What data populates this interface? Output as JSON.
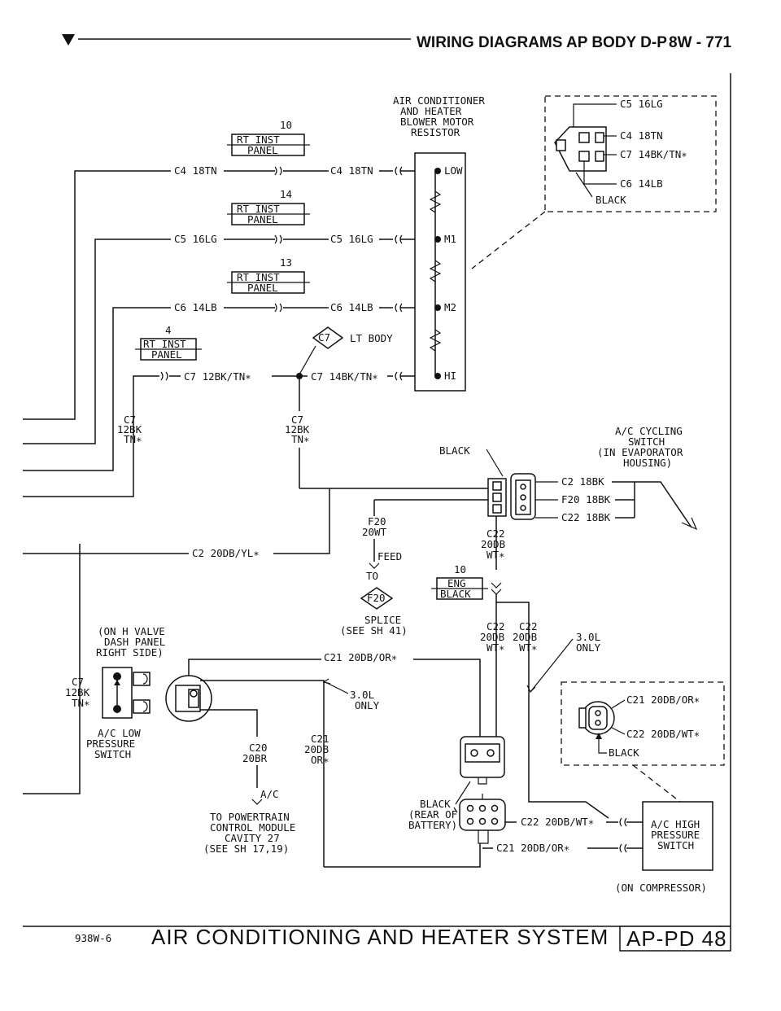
{
  "header": {
    "title": "WIRING DIAGRAMS AP BODY D-P",
    "page": "8W - 771"
  },
  "footer": {
    "code": "938W-6",
    "title": "AIR CONDITIONING AND HEATER SYSTEM",
    "sheet": "AP-PD 48"
  },
  "resistor": {
    "title": [
      "AIR CONDITIONER",
      "AND HEATER",
      "BLOWER MOTOR",
      "RESISTOR"
    ],
    "pins": [
      "LOW",
      "M1",
      "M2",
      "HI"
    ]
  },
  "rt_inst_panel": {
    "line1": "RT INST",
    "line2": "PANEL",
    "cavities": [
      "10",
      "14",
      "13",
      "4"
    ]
  },
  "wires": {
    "c4": "C4 18TN",
    "c5": "C5 16LG",
    "c6": "C6 14LB",
    "c7_left": "C7 12BK/TN∗",
    "c7_right": "C7 14BK/TN∗",
    "c2": "C2 20DB/YL∗",
    "c21": "C21 20DB/OR∗",
    "c22_bottom": "C22 20DB/WT∗",
    "c21_bottom": "C21 20DB/OR∗"
  },
  "connector_view": {
    "c5": "C5 16LG",
    "c4": "C4 18TN",
    "c7": "C7 14BK/TN∗",
    "c6": "C6 14LB",
    "color": "BLACK"
  },
  "splice_c7": {
    "id": "C7",
    "label": "LT BODY"
  },
  "c7_split": {
    "left": [
      "C7",
      "12BK",
      "TN∗"
    ],
    "right": [
      "C7",
      "12BK",
      "TN∗"
    ]
  },
  "cycling_switch": {
    "title": [
      "A/C CYCLING",
      "SWITCH",
      "(IN EVAPORATOR",
      "HOUSING)"
    ],
    "color": "BLACK",
    "wires": [
      "C2 18BK",
      "F20 18BK",
      "C22 18BK"
    ]
  },
  "feed": {
    "wire": [
      "F20",
      "20WT"
    ],
    "feed_label": "FEED",
    "to": "TO",
    "splice_id": "F20",
    "splice_text": [
      "SPLICE",
      "(SEE SH 41)"
    ]
  },
  "c22_top": [
    "C22",
    "20DB",
    "WT∗"
  ],
  "eng_black": {
    "cavity": "10",
    "line1": "ENG",
    "line2": "BLACK"
  },
  "c22_pair": {
    "left": [
      "C22",
      "20DB",
      "WT∗"
    ],
    "right": [
      "C22",
      "20DB",
      "WT∗"
    ]
  },
  "only_30l": [
    "3.0L",
    "ONLY"
  ],
  "low_pressure_switch": {
    "location": [
      "(ON H VALVE",
      "DASH PANEL",
      "RIGHT SIDE)"
    ],
    "c7": [
      "C7",
      "12BK",
      "TN∗"
    ],
    "name": [
      "A/C LOW",
      "PRESSURE",
      "SWITCH"
    ]
  },
  "c20": [
    "C20",
    "20BR"
  ],
  "c21_mid": [
    "C21",
    "20DB",
    "OR∗"
  ],
  "only_30l_mid": [
    "3.0L",
    "ONLY"
  ],
  "pcm": {
    "ac": "A/C",
    "text": [
      "TO POWERTRAIN",
      "CONTROL MODULE",
      "CAVITY 27",
      "(SEE SH 17,19)"
    ]
  },
  "high_pressure_view": {
    "c21": "C21 20DB/OR∗",
    "c22": "C22 20DB/WT∗",
    "color": "BLACK"
  },
  "rear_battery": [
    "BLACK",
    "(REAR OF",
    "BATTERY)"
  ],
  "high_pressure_switch": {
    "name": [
      "A/C HIGH",
      "PRESSURE",
      "SWITCH"
    ],
    "location": "(ON COMPRESSOR)"
  }
}
